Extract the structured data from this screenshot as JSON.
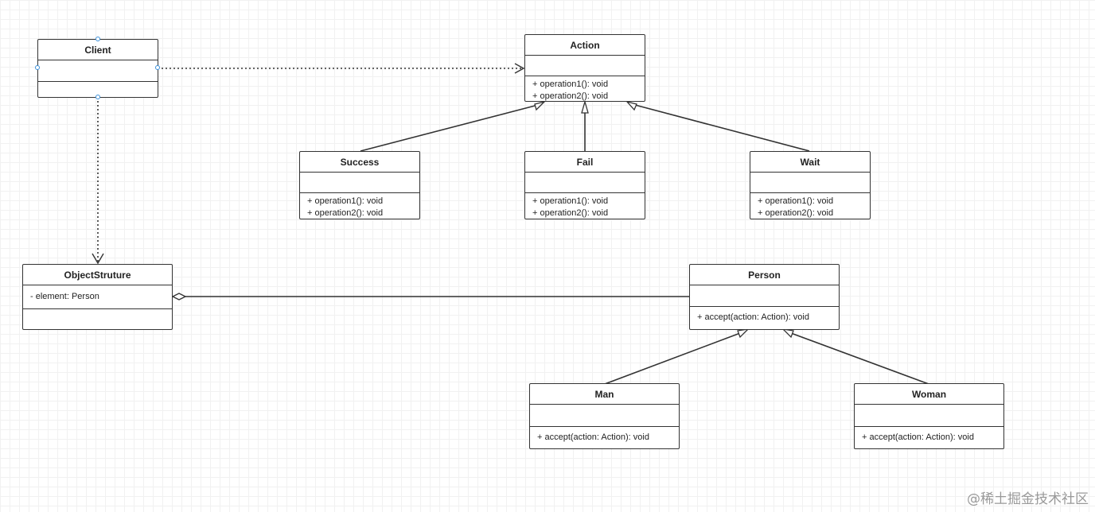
{
  "classes": {
    "client": {
      "name": "Client",
      "attributes": [],
      "operations": []
    },
    "action": {
      "name": "Action",
      "attributes": [],
      "operations": [
        "+ operation1(): void",
        "+ operation2(): void"
      ]
    },
    "success": {
      "name": "Success",
      "attributes": [],
      "operations": [
        "+ operation1(): void",
        "+ operation2(): void"
      ]
    },
    "fail": {
      "name": "Fail",
      "attributes": [],
      "operations": [
        "+ operation1(): void",
        "+ operation2(): void"
      ]
    },
    "wait": {
      "name": "Wait",
      "attributes": [],
      "operations": [
        "+ operation1(): void",
        "+ operation2(): void"
      ]
    },
    "objectStructure": {
      "name": "ObjectStruture",
      "attributes": [
        "- element: Person"
      ],
      "operations": []
    },
    "person": {
      "name": "Person",
      "attributes": [],
      "operations": [
        "+ accept(action: Action): void"
      ]
    },
    "man": {
      "name": "Man",
      "attributes": [],
      "operations": [
        "+ accept(action: Action): void"
      ]
    },
    "woman": {
      "name": "Woman",
      "attributes": [],
      "operations": [
        "+ accept(action: Action): void"
      ]
    }
  },
  "relations": [
    {
      "from": "Client",
      "to": "Action",
      "type": "dependency"
    },
    {
      "from": "Client",
      "to": "ObjectStruture",
      "type": "dependency"
    },
    {
      "from": "Success",
      "to": "Action",
      "type": "inheritance"
    },
    {
      "from": "Fail",
      "to": "Action",
      "type": "inheritance"
    },
    {
      "from": "Wait",
      "to": "Action",
      "type": "inheritance"
    },
    {
      "from": "ObjectStruture",
      "to": "Person",
      "type": "aggregation"
    },
    {
      "from": "Man",
      "to": "Person",
      "type": "inheritance"
    },
    {
      "from": "Woman",
      "to": "Person",
      "type": "inheritance"
    }
  ],
  "watermark": "@稀土掘金技术社区",
  "colors": {
    "line": "#333333",
    "handle": "#3a8fd9",
    "grid": "#f1f1f1"
  }
}
